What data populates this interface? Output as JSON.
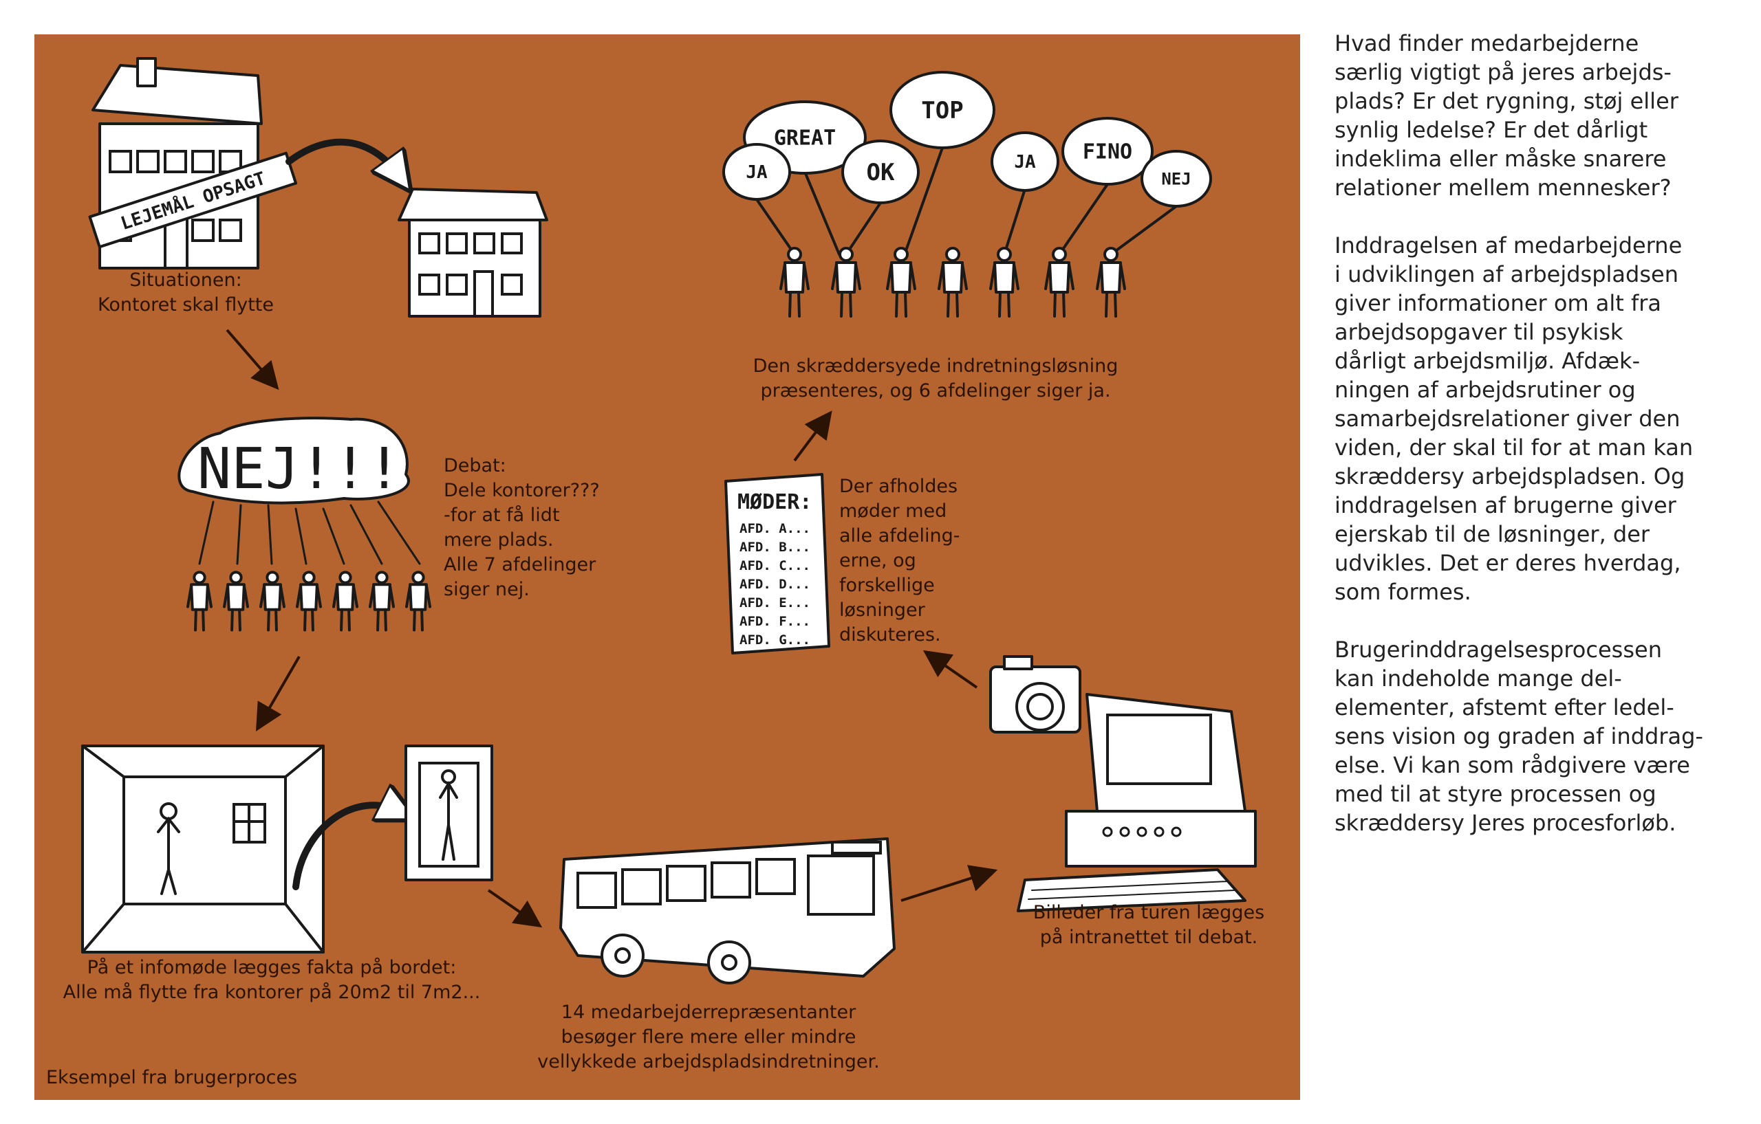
{
  "diagram": {
    "captions": {
      "situation": "Situationen:\nKontoret skal flytte",
      "debate": "Debat:\nDele kontorer???\n-for at få lidt\nmere plads.\nAlle 7 afdelinger\nsiger nej.",
      "infomeeting": "På et infomøde lægges fakta på bordet:\nAlle må flytte fra kontorer på 20m2 til 7m2...",
      "bus": "14 medarbejderrepræsentanter\nbesøger flere mere eller mindre\nvellykkede arbejdspladsindretninger.",
      "intranet": "Billeder fra turen lægges\npå intranettet til debat.",
      "meetings": "Der afholdes\nmøder med\nalle afdeling-\nerne, og\nforskellige\nløsninger\ndiskuteres.",
      "solution": "Den skræddersyede indretningsløsning\npræsenteres, og 6 afdelinger siger ja.",
      "footer": "Eksempel fra brugerproces"
    },
    "drawing_text": {
      "sign": "LEJEMÅL OPSAGT",
      "nej_big": "NEJ!!!",
      "bubbles": [
        "GREAT",
        "TOP",
        "JA",
        "OK",
        "JA",
        "FINO",
        "NEJ"
      ],
      "board_title": "MØDER:",
      "board_lines": [
        "AFD. A...",
        "AFD. B...",
        "AFD. C...",
        "AFD. D...",
        "AFD. E...",
        "AFD. F...",
        "AFD. G..."
      ]
    }
  },
  "sidebar": {
    "paragraphs": [
      "Hvad finder medarbejderne\nsærlig vigtigt på jeres arbejds-\nplads? Er det rygning, støj eller\nsynlig ledelse? Er det dårligt\nindeklima eller måske snarere\nrelationer mellem mennesker?",
      "Inddragelsen af medarbejderne\ni udviklingen af arbejdspladsen\ngiver informationer om alt fra\narbejdsopgaver til psykisk\ndårligt arbejdsmiljø. Afdæk-\nningen af arbejdsrutiner og\nsamarbejdsrelationer giver den\nviden, der skal til for at man kan\nskræddersy arbejdspladsen. Og\ninddragelsen af brugerne giver\nejerskab til de løsninger, der\nudvikles. Det er deres hverdag,\nsom formes.",
      "Brugerinddragelsesprocessen\nkan indeholde mange del-\nelementer, afstemt efter ledel-\nsens vision og graden af inddrag-\nelse. Vi kan som rådgivere være\nmed til at styre processen og\nskræddersy Jeres procesforløb."
    ]
  },
  "colors": {
    "panel": "#b5642f",
    "ink": "#1a1a1a",
    "caption": "#2a1205"
  }
}
